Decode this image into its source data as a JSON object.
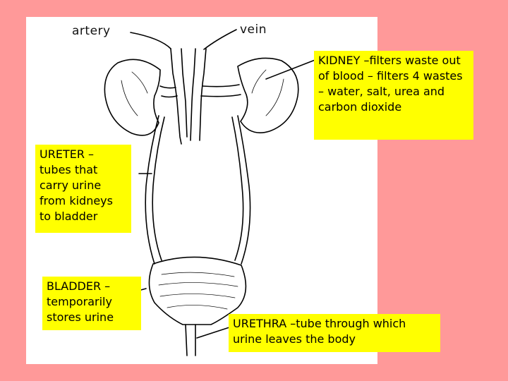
{
  "labels": {
    "artery": "artery",
    "vein": "vein"
  },
  "callouts": {
    "kidney": "KIDNEY –filters waste out of blood – filters 4 wastes – water, salt, urea and carbon dioxide",
    "ureter": "URETER – tubes that carry urine from kidneys to bladder",
    "bladder": "BLADDER – temporarily stores urine",
    "urethra": "URETHRA –tube through which urine leaves the body"
  },
  "colors": {
    "background": "#ff9999",
    "panel": "#ffffff",
    "callout": "#ffff00",
    "ink": "#000000"
  }
}
